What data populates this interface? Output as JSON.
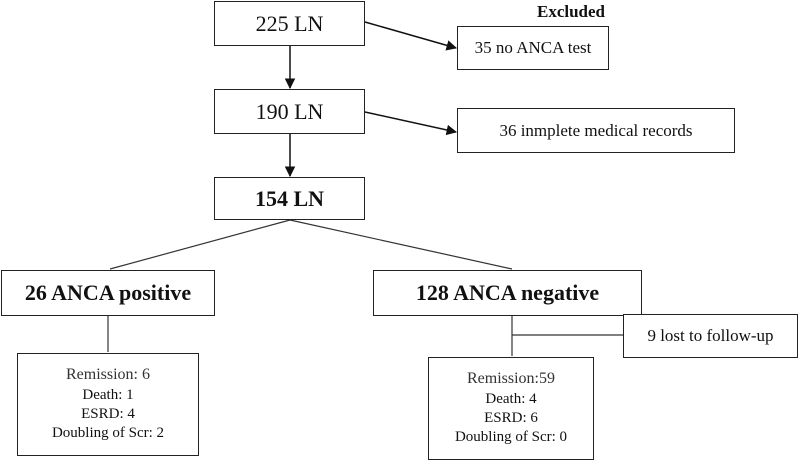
{
  "nodes": {
    "n225": "225 LN",
    "n190": "190 LN",
    "n154": "154 LN",
    "excluded_label": "Excluded",
    "ex_anca": "35 no ANCA test",
    "ex_records": "36 inmplete medical records",
    "positive": "26 ANCA positive",
    "negative": "128 ANCA negative",
    "lost": "9 lost to follow-up"
  },
  "outcomes": {
    "positive": {
      "remission": "Remission: 6",
      "death": "Death: 1",
      "esrd": "ESRD: 4",
      "doubling": "Doubling of Scr: 2"
    },
    "negative": {
      "remission": "Remission:59",
      "death": "Death: 4",
      "esrd": "ESRD: 6",
      "doubling": "Doubling of Scr: 0"
    }
  }
}
